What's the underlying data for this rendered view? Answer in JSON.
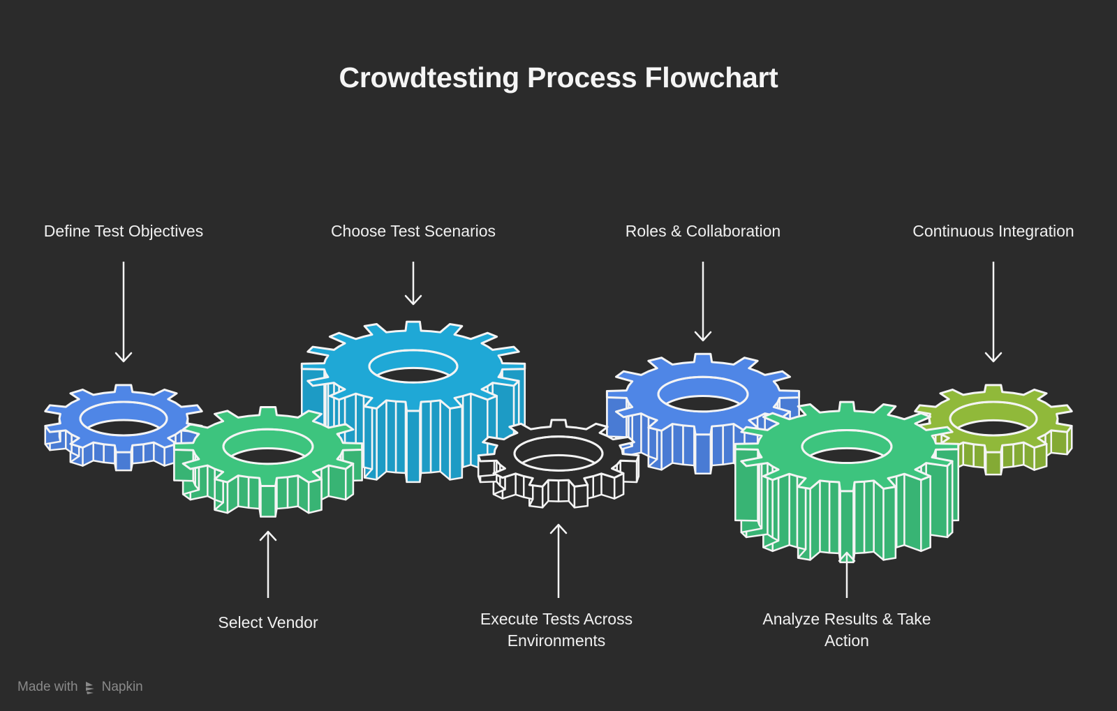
{
  "title": "Crowdtesting Process Flowchart",
  "steps": [
    {
      "label": "Define Test Objectives",
      "color": "#4f86e6",
      "teeth": 10,
      "label_pos": "top"
    },
    {
      "label": "Select Vendor",
      "color": "#3dc47e",
      "teeth": 12,
      "label_pos": "bottom"
    },
    {
      "label": "Choose Test Scenarios",
      "color": "#1fa8d6",
      "teeth": 16,
      "label_pos": "top"
    },
    {
      "label": "Execute Tests Across",
      "label2": "Environments",
      "color": "#2b2b2b",
      "teeth": 11,
      "label_pos": "bottom"
    },
    {
      "label": "Roles & Collaboration",
      "color": "#4f86e6",
      "teeth": 12,
      "label_pos": "top"
    },
    {
      "label": "Analyze Results & Take",
      "label2": "Action",
      "color": "#3dc47e",
      "teeth": 16,
      "label_pos": "bottom"
    },
    {
      "label": "Continuous Integration",
      "color": "#90b93a",
      "teeth": 10,
      "label_pos": "top"
    }
  ],
  "footer": {
    "made_with": "Made with",
    "brand": "Napkin"
  },
  "colors": {
    "background": "#2b2b2b",
    "outline": "#f4f4f4"
  }
}
